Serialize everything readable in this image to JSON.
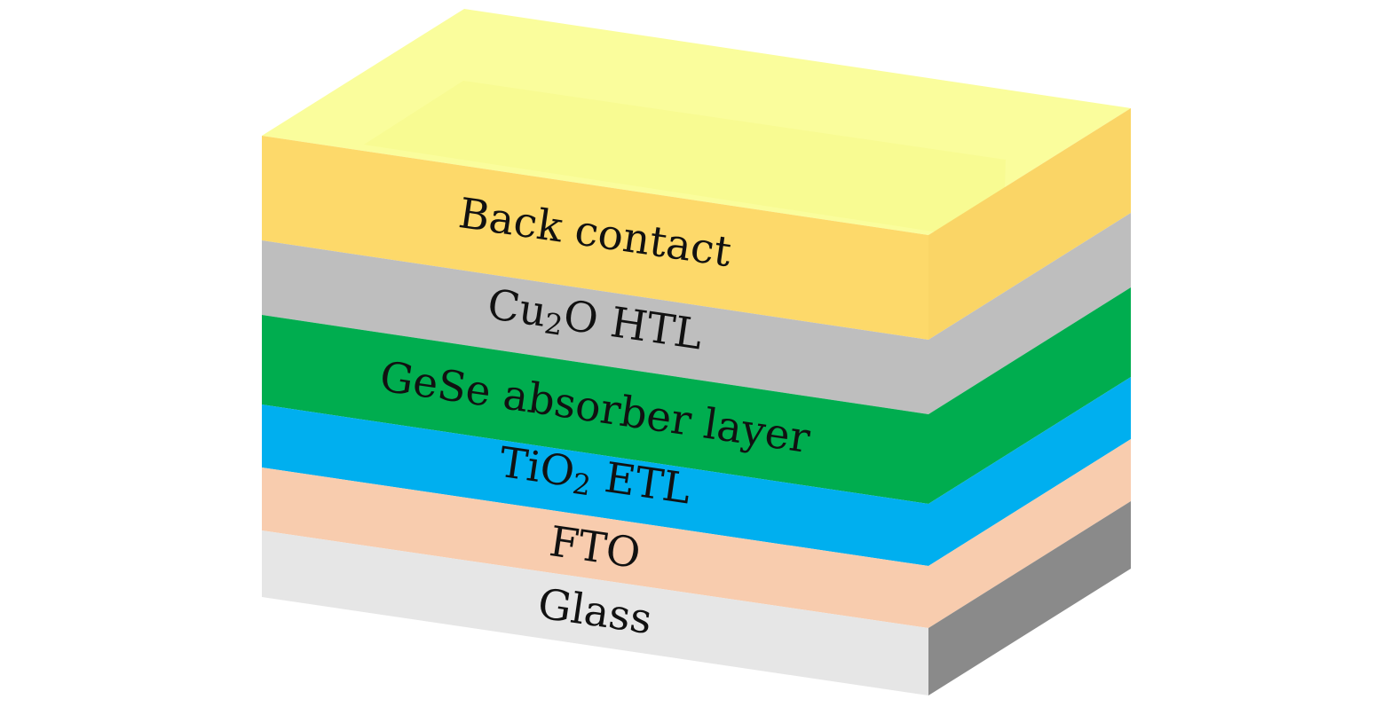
{
  "diagram": {
    "layers": [
      {
        "id": "back-contact",
        "name": "Back contact",
        "sub": "",
        "after": "",
        "front": "#FDD96A",
        "side": "#FAD566",
        "top": "#FAFD9C",
        "top_inner": "#F8FB92"
      },
      {
        "id": "cu2o-htl",
        "name": "Cu",
        "sub": "2",
        "after": "O HTL",
        "front": "#BEBEBE",
        "side": "#BEBEBE"
      },
      {
        "id": "gese-absorber",
        "name": "GeSe absorber layer",
        "sub": "",
        "after": "",
        "front": "#00AD4F",
        "side": "#00AD4F"
      },
      {
        "id": "tio2-etl",
        "name": "TiO",
        "sub": "2",
        "after": " ETL",
        "front": "#00AFEF",
        "side": "#00AFEF"
      },
      {
        "id": "fto",
        "name": "FTO",
        "sub": "",
        "after": "",
        "front": "#F8CCAE",
        "side": "#F8CCAE"
      },
      {
        "id": "glass",
        "name": "Glass",
        "sub": "",
        "after": "",
        "front": "#E6E6E6",
        "side": "#8A8A8A"
      }
    ]
  }
}
